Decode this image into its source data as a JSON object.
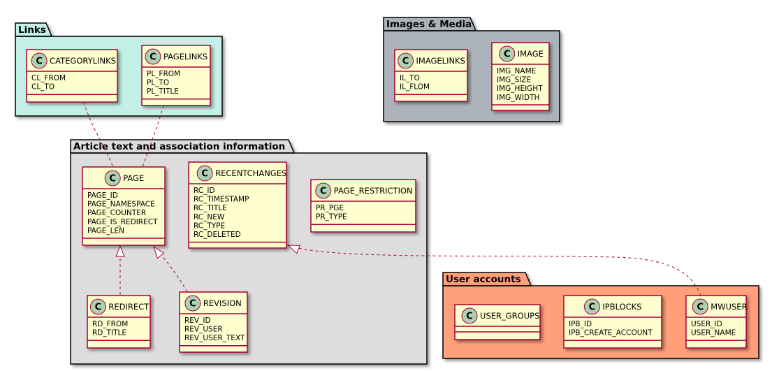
{
  "colors": {
    "class_fill": "#FEFECE",
    "class_border": "#A80036",
    "circle_fill": "#ADD1B2",
    "links_pkg": "#C3F0E6",
    "images_pkg": "#ADB3BB",
    "article_pkg": "#DDDDDD",
    "users_pkg": "#FFA07A",
    "relation": "#A80036"
  },
  "packages": {
    "links": {
      "title": "Links"
    },
    "images": {
      "title": "Images & Media"
    },
    "article": {
      "title": "Article text and association information"
    },
    "users": {
      "title": "User accounts"
    }
  },
  "classes": {
    "categorylinks": {
      "name": "CATEGORYLINKS",
      "attrs": [
        "CL_FROM",
        "CL_TO"
      ]
    },
    "pagelinks": {
      "name": "PAGELINKS",
      "attrs": [
        "PL_FROM",
        "PL_TO",
        "PL_TITLE"
      ]
    },
    "imagelinks": {
      "name": "IMAGELINKS",
      "attrs": [
        "IL_TO",
        "IL_FLOM"
      ]
    },
    "image": {
      "name": "IMAGE",
      "attrs": [
        "IMG_NAME",
        "IMG_SIZE",
        "IMG_HEIGHT",
        "IMG_WIDTH"
      ]
    },
    "page": {
      "name": "PAGE",
      "attrs": [
        "PAGE_ID",
        "PAGE_NAMESPACE",
        "PAGE_COUNTER",
        "PAGE_IS_REDIRECT",
        "PAGE_LEN"
      ]
    },
    "recentchanges": {
      "name": "RECENTCHANGES",
      "attrs": [
        "RC_ID",
        "RC_TIMESTAMP",
        "RC_TITLE",
        "RC_NEW",
        "RC_TYPE",
        "RC_DELETED"
      ]
    },
    "page_restriction": {
      "name": "PAGE_RESTRICTION",
      "attrs": [
        "PR_PGE",
        "PR_TYPE"
      ]
    },
    "redirect": {
      "name": "REDIRECT",
      "attrs": [
        "RD_FROM",
        "RD_TITLE"
      ]
    },
    "revision": {
      "name": "REVISION",
      "attrs": [
        "REV_ID",
        "REV_USER",
        "REV_USER_TEXT"
      ]
    },
    "user_groups": {
      "name": "USER_GROUPS",
      "attrs": []
    },
    "ipblocks": {
      "name": "IPBLOCKS",
      "attrs": [
        "IPB_ID",
        "IPB_CREATE_ACCOUNT"
      ]
    },
    "mwuser": {
      "name": "MWUSER",
      "attrs": [
        "USER_ID",
        "USER_NAME"
      ]
    }
  },
  "circle_letter": "C"
}
